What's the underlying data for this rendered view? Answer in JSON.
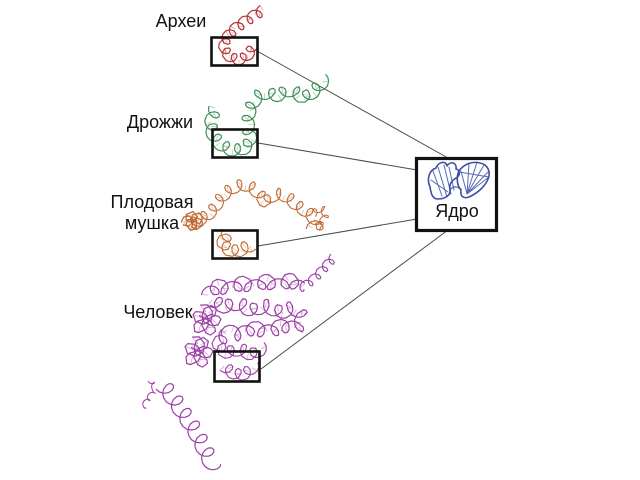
{
  "diagram": {
    "organisms": [
      {
        "id": "archaea",
        "label": "Археи",
        "color": "#b63334"
      },
      {
        "id": "yeast",
        "label": "Дрожжи",
        "color": "#3f8f58"
      },
      {
        "id": "fruitfly",
        "label": "Плодовая мушка",
        "label_line1": "Плодовая",
        "label_line2": "мушка",
        "color": "#c06a32"
      },
      {
        "id": "human",
        "label": "Человек",
        "color": "#9b3fa5"
      }
    ],
    "core": {
      "label": "Ядро",
      "color": "#3c4ea6"
    },
    "connector_color": "#4a4a4a",
    "box_color": "#111111",
    "text_color": "#111111",
    "background": "#ffffff"
  }
}
